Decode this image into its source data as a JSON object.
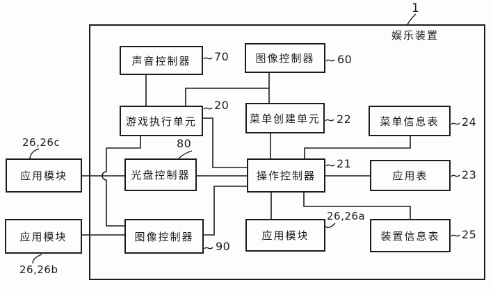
{
  "colors": {
    "ink": "#1b1b1b",
    "paper": "#fdfdfb"
  },
  "figure_ref": "1",
  "outer_label": "娱乐装置",
  "boxes": [
    {
      "label": "声音控制器",
      "ref": "70"
    },
    {
      "label": "图像控制器",
      "ref": "60"
    },
    {
      "label": "游戏执行单元",
      "ref": "20"
    },
    {
      "label": "菜单创建单元",
      "ref": "22"
    },
    {
      "label": "菜单信息表",
      "ref": "24"
    },
    {
      "label": "光盘控制器",
      "ref": "80"
    },
    {
      "label": "操作控制器",
      "ref": "21"
    },
    {
      "label": "应用表",
      "ref": "23"
    },
    {
      "label": "图像控制器",
      "ref": "90"
    },
    {
      "label": "应用模块",
      "ref": "26,26a"
    },
    {
      "label": "装置信息表",
      "ref": "25"
    },
    {
      "label": "应用模块",
      "ref": "26,26c"
    },
    {
      "label": "应用模块",
      "ref": "26,26b"
    }
  ]
}
